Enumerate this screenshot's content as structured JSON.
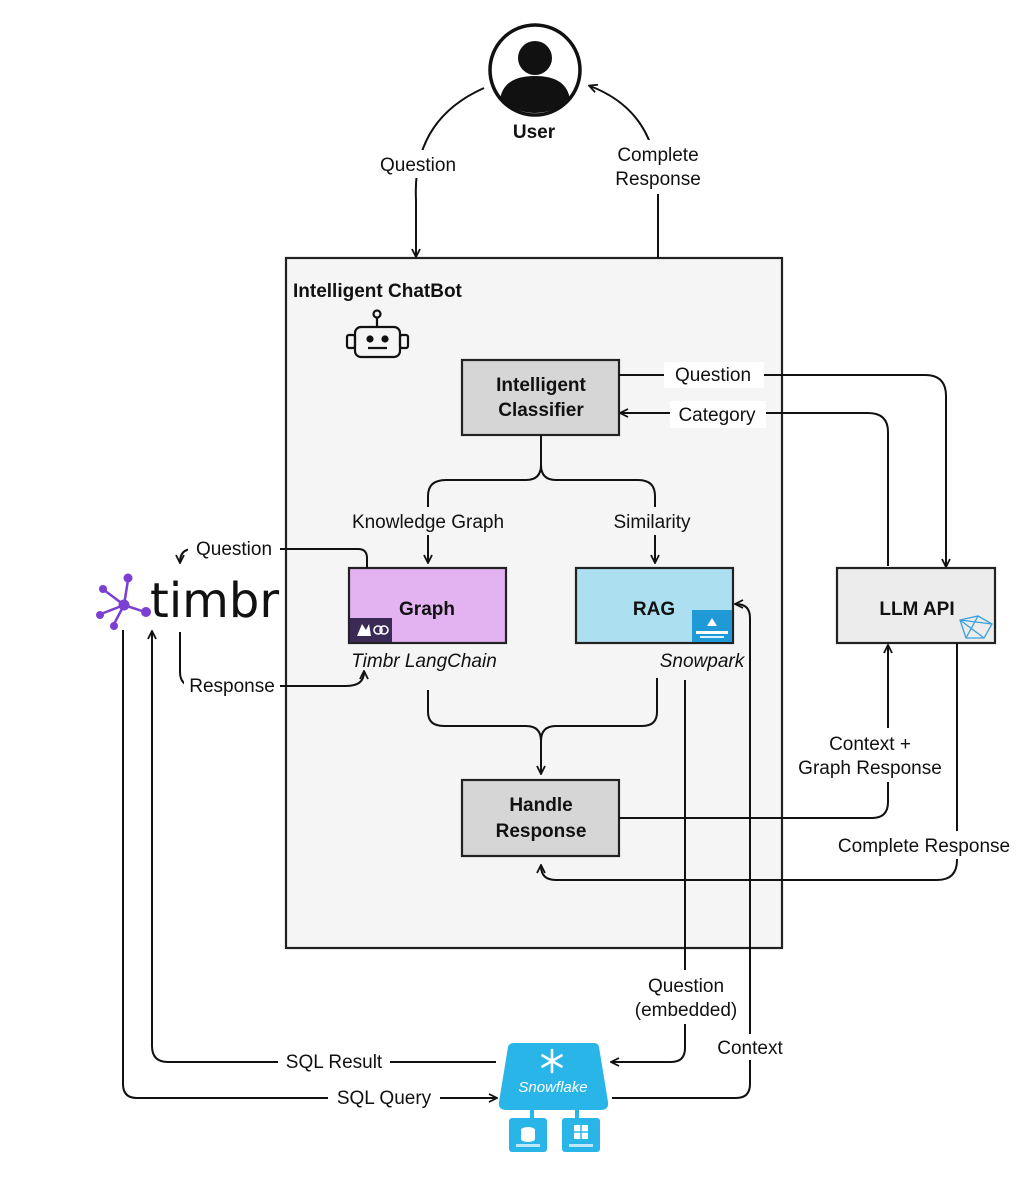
{
  "user": {
    "label": "User"
  },
  "user_to_chatbot": {
    "label": "Question"
  },
  "chatbot_to_user": {
    "label_line1": "Complete",
    "label_line2": "Response"
  },
  "chatbot": {
    "title": "Intelligent ChatBot",
    "icon": "robot-icon"
  },
  "classifier": {
    "line1": "Intelligent",
    "line2": "Classifier"
  },
  "classifier_to_llm": {
    "label": "Question"
  },
  "llm_to_classifier": {
    "label": "Category"
  },
  "branch_graph": {
    "label": "Knowledge Graph"
  },
  "branch_rag": {
    "label": "Similarity"
  },
  "graph": {
    "label": "Graph",
    "caption": "Timbr LangChain",
    "fill": "#e2b3f0"
  },
  "rag": {
    "label": "RAG",
    "caption": "Snowpark",
    "fill": "#acdff0"
  },
  "llm": {
    "label": "LLM API"
  },
  "timbr": {
    "label": "timbr",
    "color": "#7b3fd1"
  },
  "timbr_question": {
    "label": "Question"
  },
  "timbr_response": {
    "label": "Response"
  },
  "handle": {
    "line1": "Handle",
    "line2": "Response"
  },
  "context_graph": {
    "line1": "Context +",
    "line2": "Graph Response"
  },
  "complete_response": {
    "label": "Complete Response"
  },
  "embedded": {
    "line1": "Question",
    "line2": "(embedded)"
  },
  "context": {
    "label": "Context"
  },
  "sql_result": {
    "label": "SQL Result"
  },
  "sql_query": {
    "label": "SQL Query"
  },
  "snowflake": {
    "label": "Snowflake",
    "color": "#29b5e8"
  }
}
